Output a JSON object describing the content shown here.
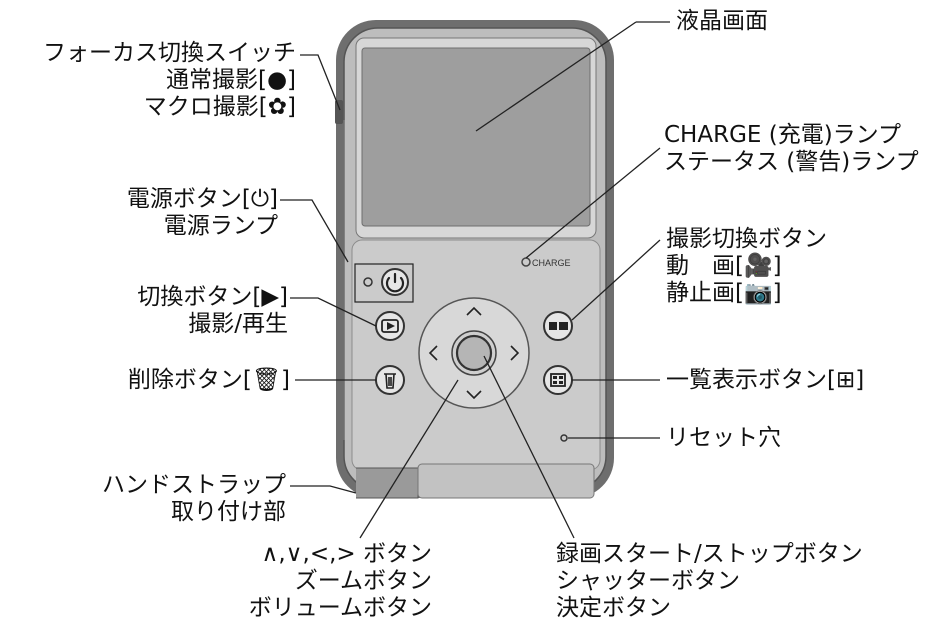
{
  "labels": {
    "focus_switch": [
      "フォーカス切換スイッチ",
      "通常撮影[●]",
      "マクロ撮影[✿]"
    ],
    "power_button": [
      "電源ボタン[⏻]",
      "電源ランプ"
    ],
    "mode_button": [
      "切換ボタン[▶]",
      "撮影/再生"
    ],
    "delete_button": [
      "削除ボタン[🗑]"
    ],
    "hand_strap": [
      "ハンドストラップ",
      "取り付け部"
    ],
    "arrow_buttons": [
      "∧,∨,<,> ボタン",
      "ズームボタン",
      "ボリュームボタン"
    ],
    "lcd": [
      "液晶画面"
    ],
    "charge_lamp": [
      "CHARGE (充電)ランプ",
      "ステータス (警告)ランプ"
    ],
    "shoot_mode_button": [
      "撮影切換ボタン",
      "動　画[🎥]",
      "静止画[📷]"
    ],
    "index_button": [
      "一覧表示ボタン[⊞]"
    ],
    "reset_hole": [
      "リセット穴"
    ],
    "record_button": [
      "録画スタート/ストップボタン",
      "シャッターボタン",
      "決定ボタン"
    ]
  },
  "device": {
    "charge_text": "CHARGE"
  },
  "colors": {
    "body": "#b9b9b9",
    "body_dark": "#8e8e8e",
    "screen": "#9c9c9c",
    "panel": "#c9c9c9",
    "line": "#222222"
  }
}
